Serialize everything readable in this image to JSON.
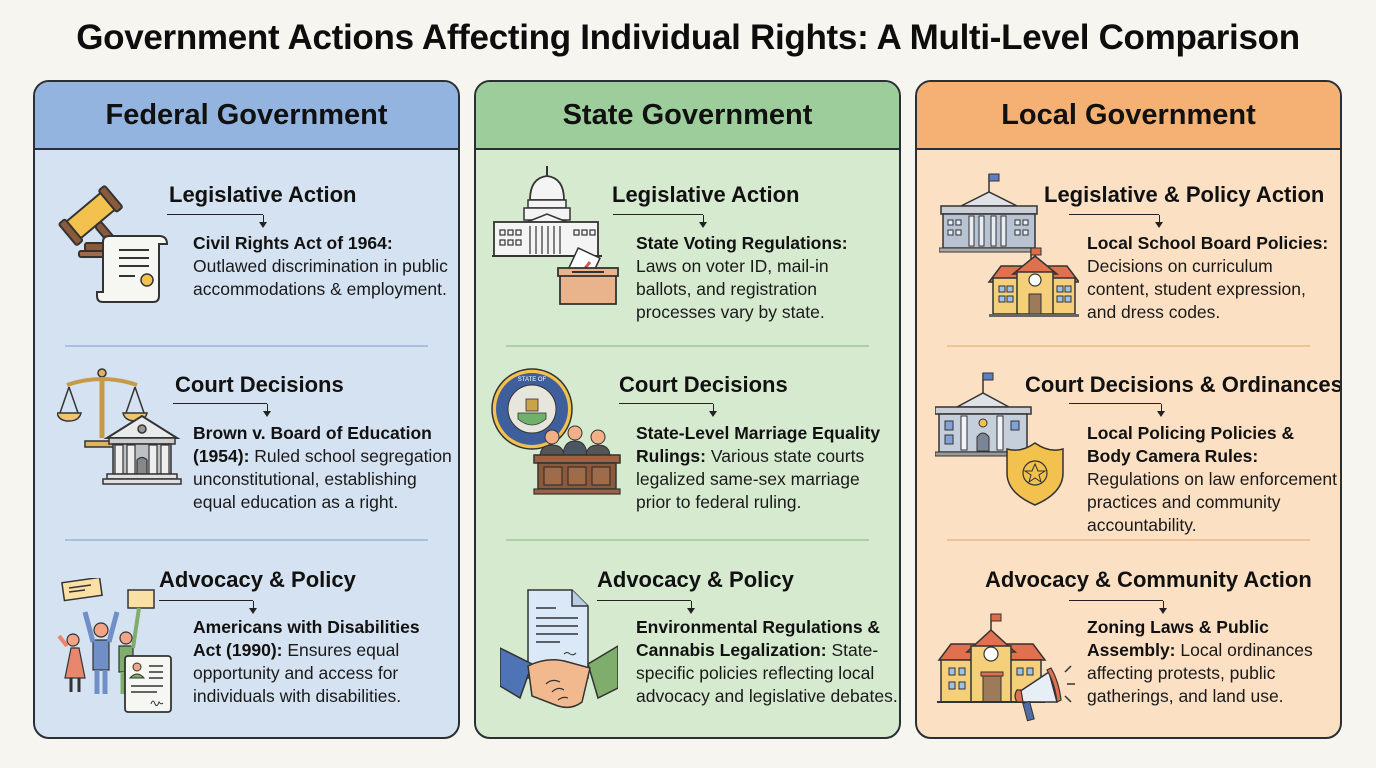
{
  "title": "Government Actions Affecting Individual Rights: A Multi-Level Comparison",
  "columns": [
    {
      "header": "Federal Government",
      "color": "#93b4de",
      "sections": [
        {
          "heading": "Legislative Action",
          "icon": "gavel-document-icon",
          "bold": "Civil Rights Act of 1964:",
          "text": "Outlawed discrimination in public accommodations & employment."
        },
        {
          "heading": "Court Decisions",
          "icon": "scales-courthouse-icon",
          "bold": "Brown v. Board of Education (1954):",
          "text": "Ruled school segregation unconstitutional, establishing equal education as a right."
        },
        {
          "heading": "Advocacy & Policy",
          "icon": "protesters-id-card-icon",
          "bold": "Americans with Disabilities Act (1990):",
          "text": "Ensures equal opportunity and access for individuals with disabilities."
        }
      ]
    },
    {
      "header": "State Government",
      "color": "#9dcd9b",
      "sections": [
        {
          "heading": "Legislative Action",
          "icon": "capitol-ballot-box-icon",
          "bold": "State Voting Regulations:",
          "text": "Laws on voter ID, mail-in ballots, and registration processes vary by state."
        },
        {
          "heading": "Court Decisions",
          "icon": "state-seal-judges-icon",
          "bold": "State-Level Marriage Equality Rulings:",
          "text": "Various state courts legalized same-sex marriage prior to federal ruling."
        },
        {
          "heading": "Advocacy & Policy",
          "icon": "handshake-document-icon",
          "bold": "Environmental Regulations & Cannabis Legalization:",
          "text": "State-specific policies reflecting local advocacy and legislative debates."
        }
      ]
    },
    {
      "header": "Local Government",
      "color": "#f5b173",
      "sections": [
        {
          "heading": "Legislative & Policy Action",
          "icon": "city-hall-school-icon",
          "bold": "Local School Board Policies:",
          "text": "Decisions on curriculum content, student expression, and dress codes."
        },
        {
          "heading": "Court Decisions & Ordinances",
          "icon": "courthouse-badge-icon",
          "bold": "Local Policing Policies & Body Camera Rules:",
          "text": "Regulations on law enforcement practices and community accountability."
        },
        {
          "heading": "Advocacy & Community Action",
          "icon": "school-megaphone-icon",
          "bold": "Zoning Laws & Public Assembly:",
          "text": "Local ordinances affecting protests, public gatherings, and land use."
        }
      ]
    }
  ]
}
